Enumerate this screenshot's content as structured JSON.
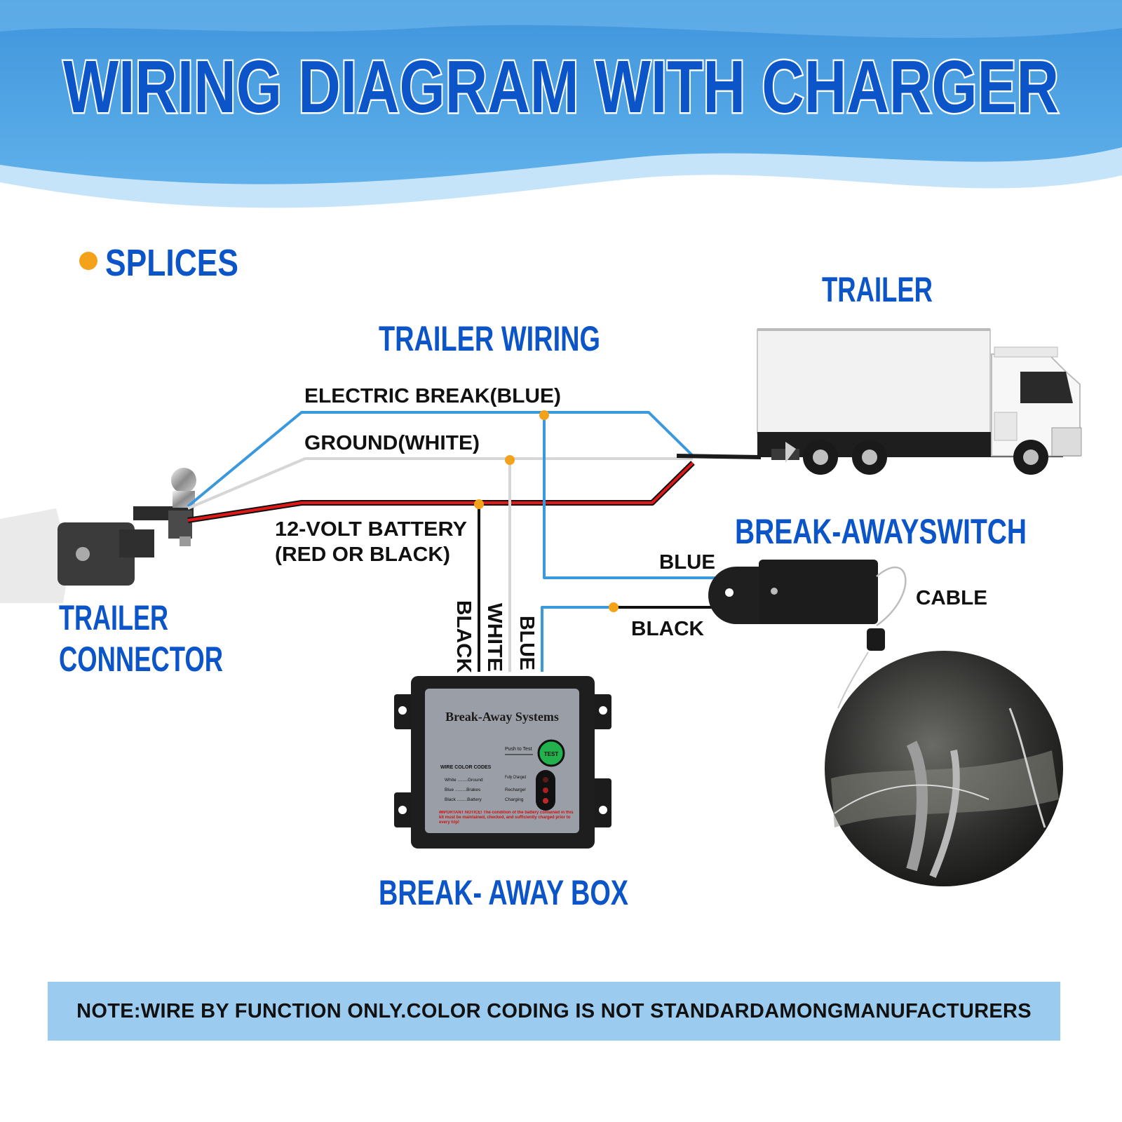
{
  "title": "WIRING DIAGRAM WITH CHARGER",
  "legend": {
    "label": "SPLICES",
    "color": "#f5a21b"
  },
  "labels": {
    "trailer": "TRAILER",
    "trailer_wiring": "TRAILER WIRING",
    "trailer_connector_line1": "TRAILER",
    "trailer_connector_line2": "CONNECTOR",
    "breakaway_switch": "BREAK-AWAYSWITCH",
    "breakaway_box": "BREAK- AWAY BOX"
  },
  "wires": {
    "electric_brake": "ELECTRIC BREAK(BLUE)",
    "ground": "GROUND(WHITE)",
    "battery_line1": "12-VOLT BATTERY",
    "battery_line2": "(RED OR BLACK)",
    "box_black": "BLACK",
    "box_white": "WHITE",
    "box_blue": "BLUE",
    "switch_blue": "BLUE",
    "switch_black": "BLACK",
    "cable": "CABLE"
  },
  "box": {
    "brand": "Break-Away Systems",
    "push_to_test": "Push to Test",
    "test_button": "TEST",
    "color_codes_title": "WIRE COLOR CODES",
    "code_white": "White ........Ground",
    "code_blue": "Blue .........Brakes",
    "code_black": "Black ........Battery",
    "status_full": "Fully Charged",
    "status_recharge": "Recharge!",
    "status_charging": "Charging",
    "notice": "IMPORTANT NOTICE! The condition of the battery contained in this kit must be maintained, checked, and sufficiently charged prior to every trip!"
  },
  "note": "NOTE:WIRE BY FUNCTION ONLY.COLOR CODING IS NOT STANDARDAMONGMANUFACTURERS",
  "colors": {
    "title_blue": "#0b55c8",
    "wire_blue": "#3a98dd",
    "wire_white": "#d8d8d8",
    "wire_red": "#e01818",
    "wire_black": "#111111",
    "splice_orange": "#f5a21b",
    "note_bg": "#9ccbf0",
    "header_blue": "#4fa3e3",
    "header_light": "#bfe0f8"
  }
}
